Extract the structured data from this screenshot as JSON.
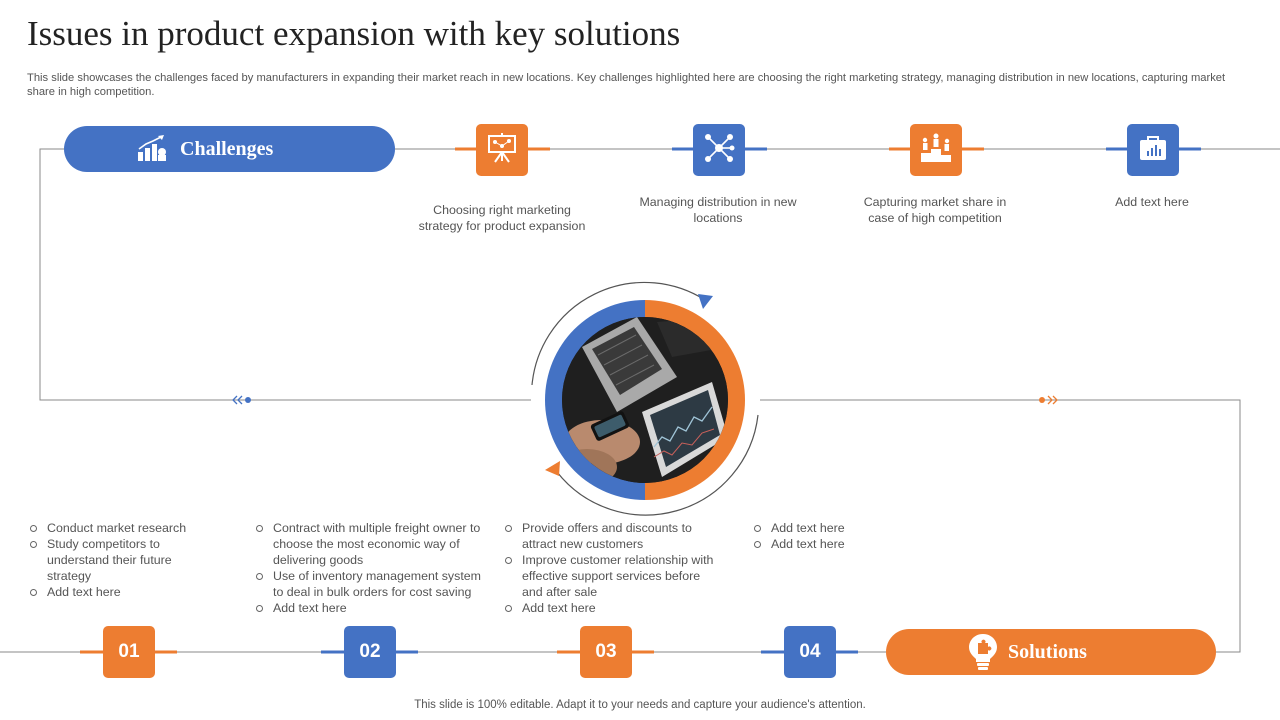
{
  "title": "Issues in product expansion with key solutions",
  "subtitle": "This slide showcases the challenges faced by manufacturers in expanding their market reach in new locations. Key challenges highlighted here are choosing the right marketing strategy, managing distribution in new locations, capturing market share in high competition.",
  "challenges": {
    "label": "Challenges",
    "items": [
      {
        "text": "Choosing right marketing strategy for product expansion",
        "icon": "presentation-board-icon",
        "color": "#ed7d31"
      },
      {
        "text": "Managing distribution in new locations",
        "icon": "network-icon",
        "color": "#4472c4"
      },
      {
        "text": "Capturing market share in case of high competition",
        "icon": "podium-icon",
        "color": "#ed7d31"
      },
      {
        "text": "Add text here",
        "icon": "briefcase-icon",
        "color": "#4472c4"
      }
    ]
  },
  "solutions": {
    "label": "Solutions",
    "steps": [
      {
        "number": "01",
        "color": "#ed7d31",
        "bullets": [
          "Conduct market research",
          "Study competitors to understand their future strategy",
          "Add text here"
        ]
      },
      {
        "number": "02",
        "color": "#4472c4",
        "bullets": [
          "Contract with multiple freight owner to choose the most economic way of delivering goods",
          "Use of inventory management system to deal in bulk orders for cost saving",
          "Add text here"
        ]
      },
      {
        "number": "03",
        "color": "#ed7d31",
        "bullets": [
          "Provide offers and discounts to attract new customers",
          "Improve customer relationship with effective support services before and after sale",
          "Add text here"
        ]
      },
      {
        "number": "04",
        "color": "#4472c4",
        "bullets": [
          "Add text here",
          "Add text here"
        ]
      }
    ]
  },
  "colors": {
    "orange": "#ed7d31",
    "blue": "#4472c4"
  },
  "footer": "This slide is 100% editable. Adapt it to your needs and capture your audience's attention."
}
